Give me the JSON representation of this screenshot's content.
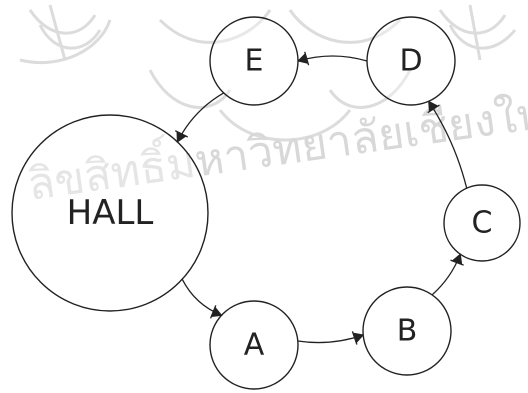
{
  "diagram": {
    "nodes": [
      {
        "id": "hall",
        "label": "HALL"
      },
      {
        "id": "a",
        "label": "A"
      },
      {
        "id": "b",
        "label": "B"
      },
      {
        "id": "c",
        "label": "C"
      },
      {
        "id": "d",
        "label": "D"
      },
      {
        "id": "e",
        "label": "E"
      }
    ],
    "edges": [
      {
        "from": "hall",
        "to": "a"
      },
      {
        "from": "a",
        "to": "b"
      },
      {
        "from": "b",
        "to": "c"
      },
      {
        "from": "c",
        "to": "d"
      },
      {
        "from": "d",
        "to": "e"
      },
      {
        "from": "e",
        "to": "hall"
      }
    ]
  },
  "watermark": {
    "text": "ลิขสิทธิ์มหาวิทยาลัยเชียงใหม่ ยมเกล้าเจ้าคุณ",
    "color": "#d8d8d8"
  },
  "colors": {
    "stroke": "#222222",
    "background": "#ffffff"
  }
}
